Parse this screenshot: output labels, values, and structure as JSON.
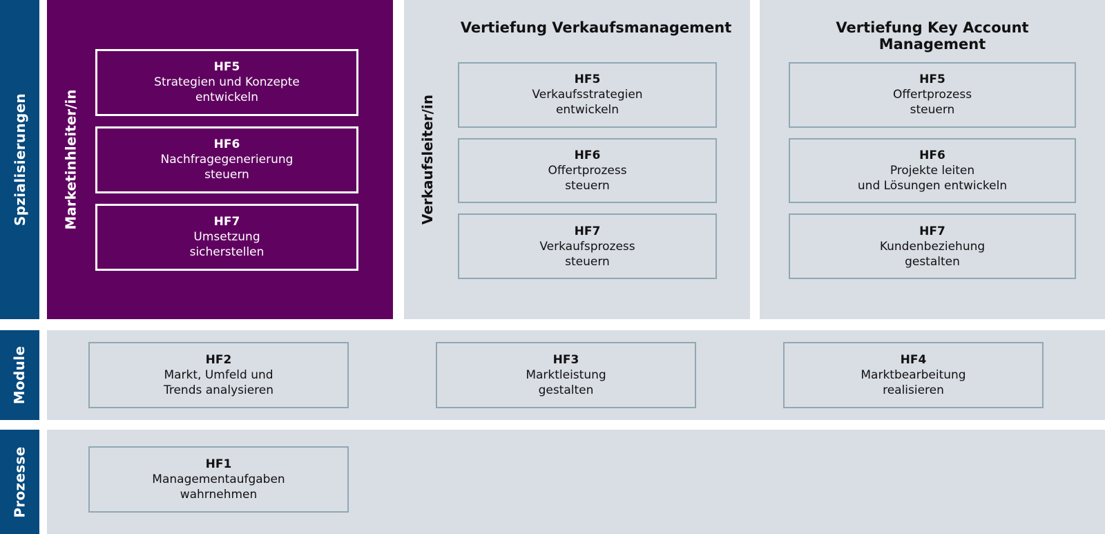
{
  "colors": {
    "category_bar": "#064a7e",
    "specialization_purple": "#600360",
    "panel_grey": "#d9dde4",
    "box_border_grey": "#8fa8b3",
    "box_border_white": "#ffffff"
  },
  "categories": [
    {
      "key": "spezialisierungen",
      "label": "Spzialisierungen"
    },
    {
      "key": "module",
      "label": "Module"
    },
    {
      "key": "prozesse",
      "label": "Prozesse"
    }
  ],
  "specializations": [
    {
      "key": "marketing",
      "title": "",
      "role": "Marketinhleiter/in",
      "style": "purple",
      "boxes": [
        {
          "code": "HF5",
          "text": "Strategien und Konzepte\nentwickeln"
        },
        {
          "code": "HF6",
          "text": "Nachfragegenerierung\nsteuern"
        },
        {
          "code": "HF7",
          "text": "Umsetzung\nsicherstellen"
        }
      ]
    },
    {
      "key": "verkaufsmanagement",
      "title": "Vertiefung Verkaufsmanagement",
      "role": "Verkaufsleiter/in",
      "style": "grey",
      "boxes": [
        {
          "code": "HF5",
          "text": "Verkaufsstrategien\nentwickeln"
        },
        {
          "code": "HF6",
          "text": "Offertprozess\nsteuern"
        },
        {
          "code": "HF7",
          "text": "Verkaufsprozess\nsteuern"
        }
      ]
    },
    {
      "key": "key-account-management",
      "title": "Vertiefung Key Account Management",
      "role": "",
      "style": "grey",
      "boxes": [
        {
          "code": "HF5",
          "text": "Offertprozess\nsteuern"
        },
        {
          "code": "HF6",
          "text": "Projekte leiten\nund Lösungen entwickeln"
        },
        {
          "code": "HF7",
          "text": "Kundenbeziehung\ngestalten"
        }
      ]
    }
  ],
  "module_row": {
    "boxes": [
      {
        "code": "HF2",
        "text": "Markt, Umfeld und\nTrends analysieren"
      },
      {
        "code": "HF3",
        "text": "Marktleistung\ngestalten"
      },
      {
        "code": "HF4",
        "text": "Marktbearbeitung\nrealisieren"
      }
    ]
  },
  "prozesse_row": {
    "boxes": [
      {
        "code": "HF1",
        "text": "Managementaufgaben\nwahrnehmen"
      }
    ]
  }
}
